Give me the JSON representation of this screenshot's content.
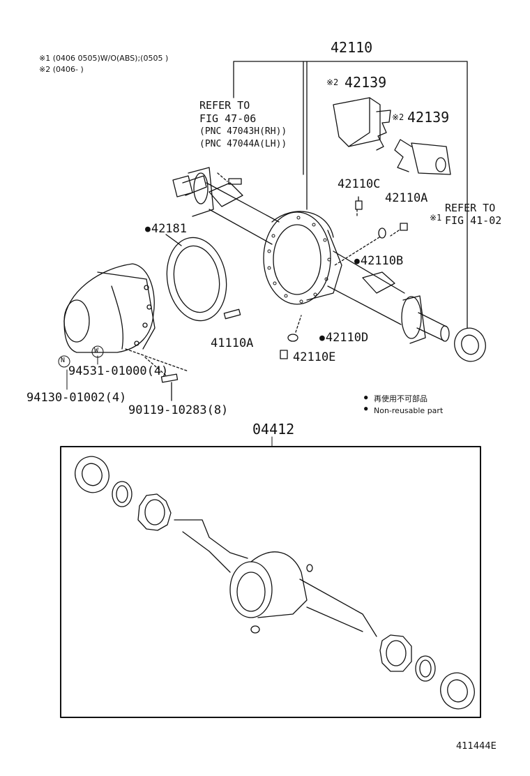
{
  "notes": {
    "note1": "※1 (0406  0505)W/O(ABS);(0505        )",
    "note2": "※2 (0406-        )"
  },
  "labels": {
    "assy_housing": "42110",
    "bracket_marker": "※2",
    "bracket_a": "42139",
    "bracket_b": "42139",
    "refer_left_l1": "REFER TO",
    "refer_left_l2": "FIG 47-06",
    "refer_left_l3": "(PNC 47043H(RH))",
    "refer_left_l4": "(PNC 47044A(LH))",
    "plug_c": "42110C",
    "plug_a": "42110A",
    "refer_right_marker": "※1",
    "refer_right_l1": "REFER TO",
    "refer_right_l2": "FIG 41-02",
    "gasket": "42181",
    "plug_b": "42110B",
    "stud": "41110A",
    "washer_d": "42110D",
    "plug_e": "42110E",
    "washer_mark": "W",
    "nut_mark": "N",
    "washer_part": "94531-01000(4)",
    "nut_part": "94130-01002(4)",
    "bolt_part": "90119-10283(8)",
    "kit": "04412",
    "figure_id": "411444E"
  },
  "legend": {
    "jp": "再使用不可部品",
    "en": "Non-reusable part"
  }
}
